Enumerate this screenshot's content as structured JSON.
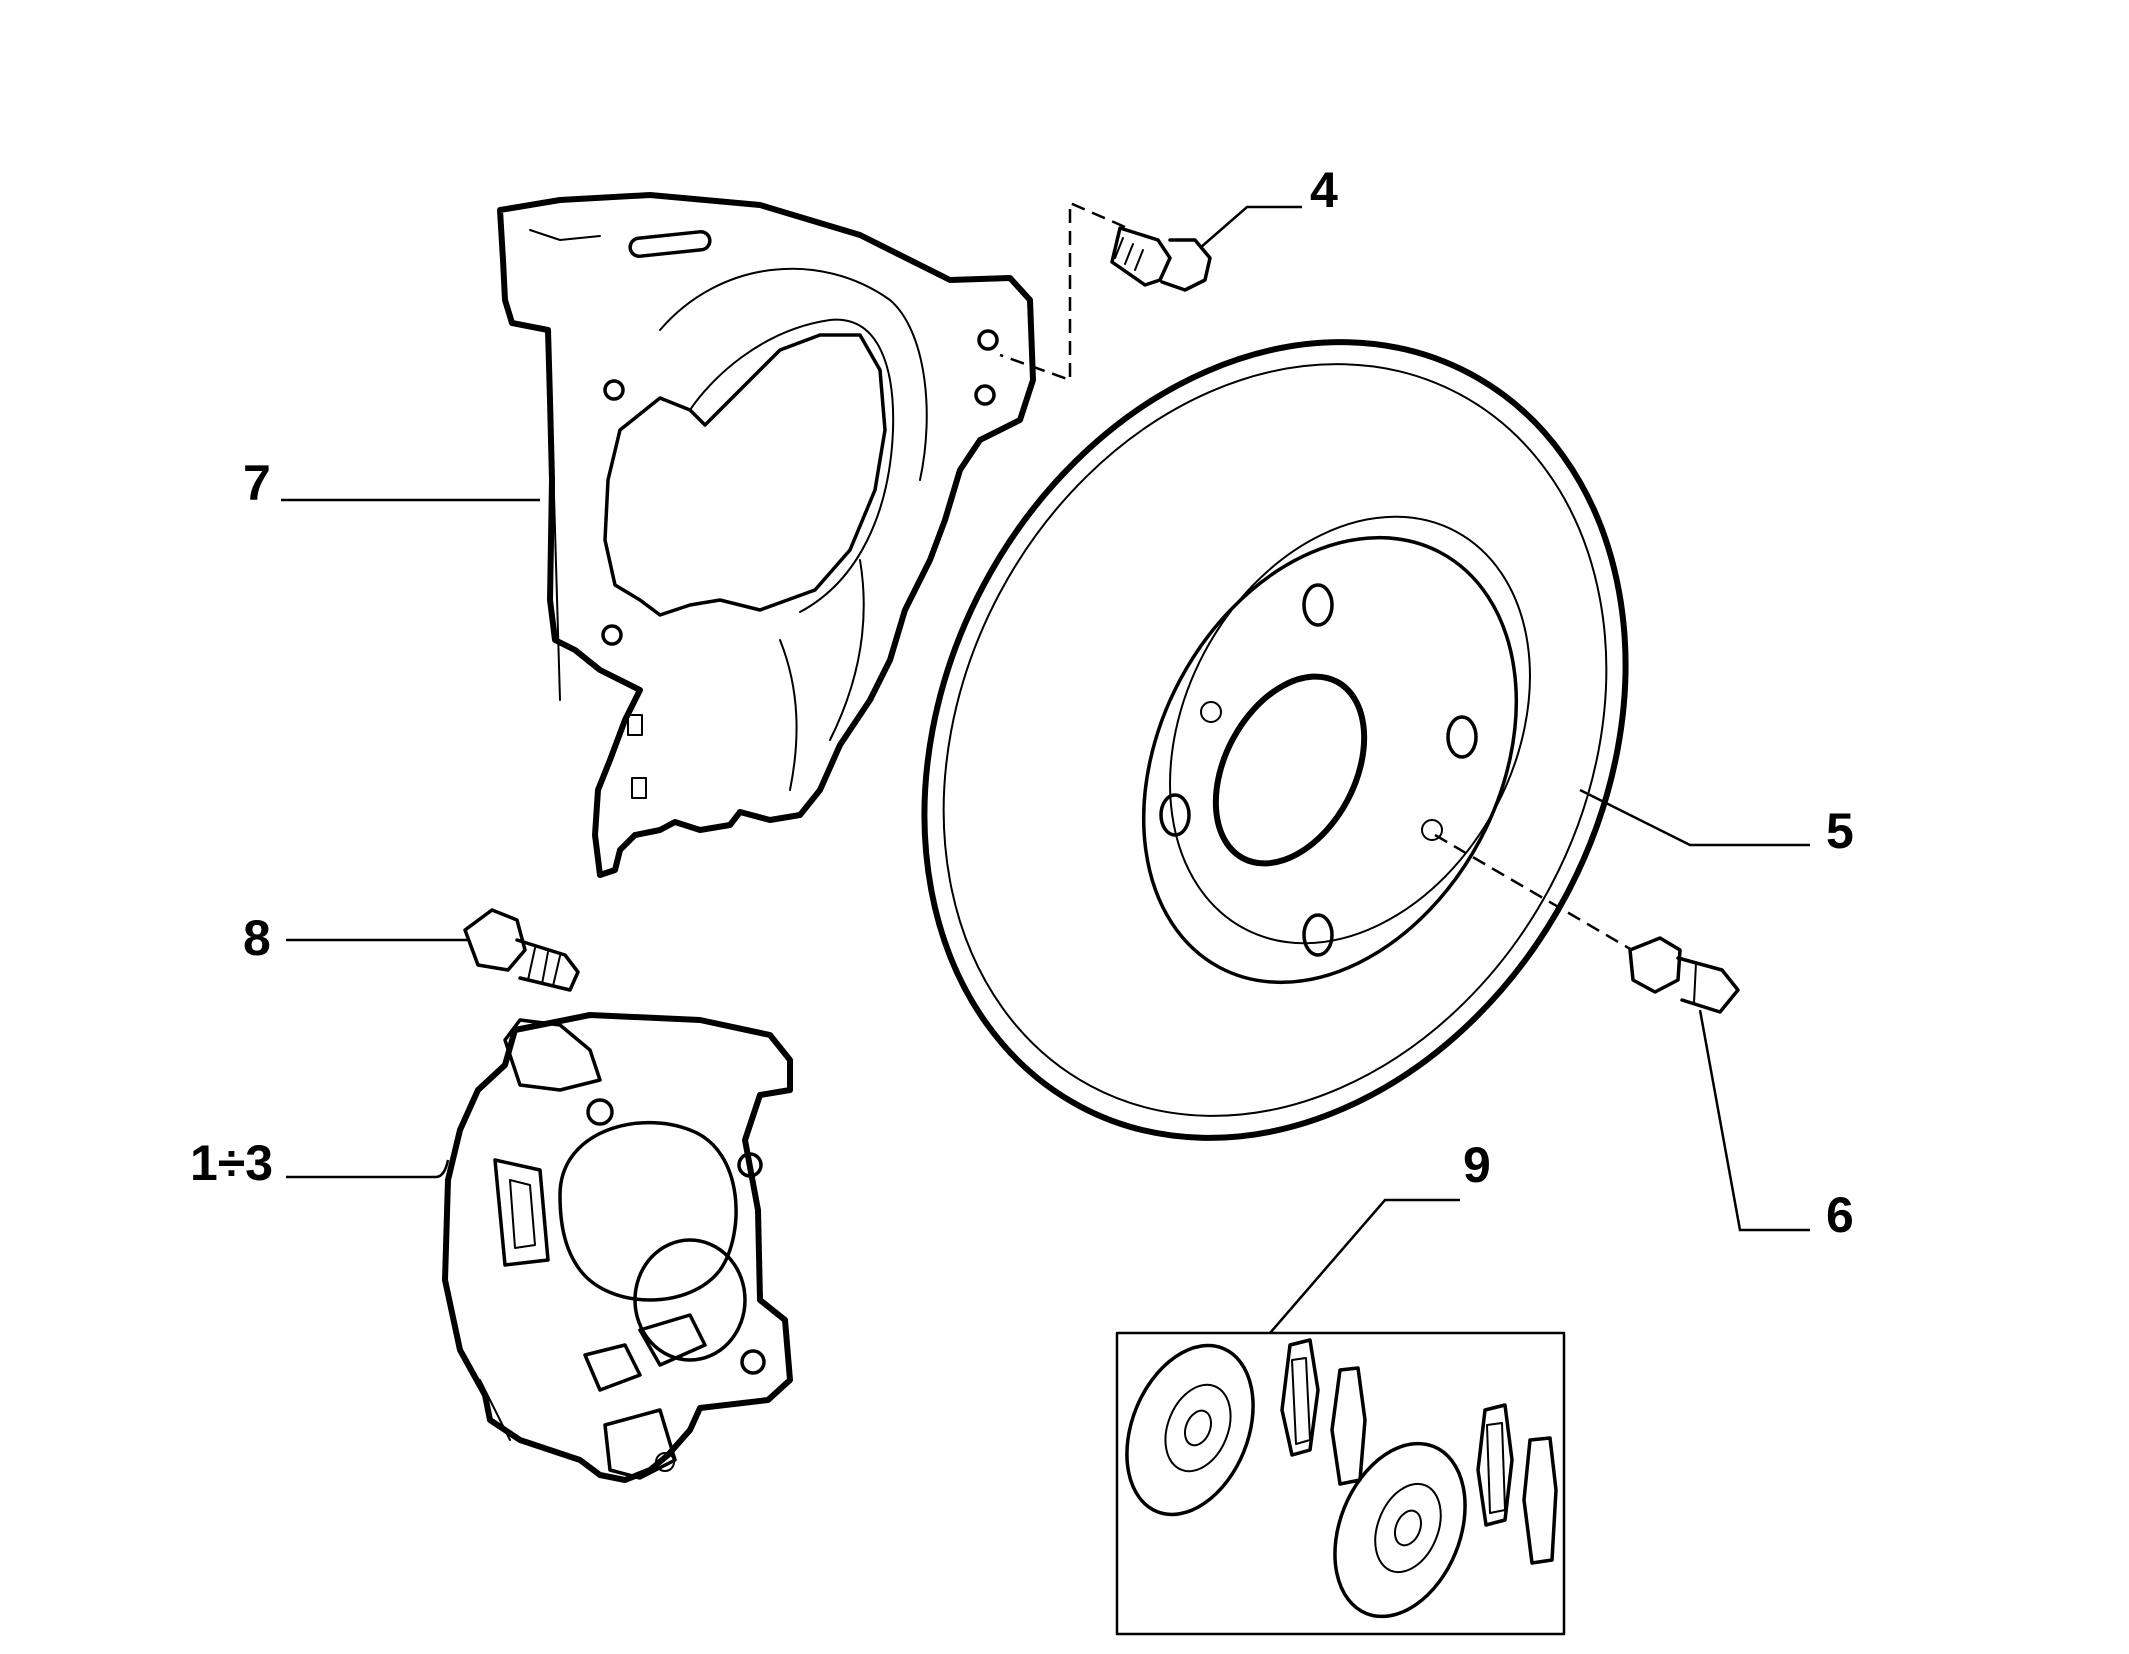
{
  "diagram": {
    "callouts": {
      "c1_3": "1÷3",
      "c4": "4",
      "c5": "5",
      "c6": "6",
      "c7": "7",
      "c8": "8",
      "c9": "9"
    }
  }
}
